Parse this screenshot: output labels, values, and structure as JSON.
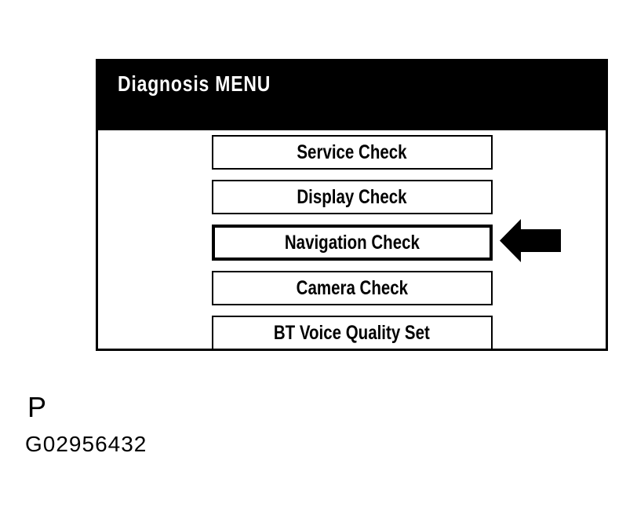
{
  "colors": {
    "background": "#ffffff",
    "foreground": "#000000",
    "header_bg": "#000000",
    "header_text": "#ffffff"
  },
  "diagnosis_screen": {
    "title": "Diagnosis MENU",
    "menu_items": [
      {
        "label": "Service Check",
        "selected": false
      },
      {
        "label": "Display Check",
        "selected": false
      },
      {
        "label": "Navigation Check",
        "selected": true
      },
      {
        "label": "Camera Check",
        "selected": false
      },
      {
        "label": "BT Voice Quality Set",
        "selected": false
      }
    ],
    "pointer": {
      "icon": "arrow-left-icon",
      "points_to": "Navigation Check"
    }
  },
  "figure": {
    "label": "P",
    "figure_id": "G02956432"
  }
}
